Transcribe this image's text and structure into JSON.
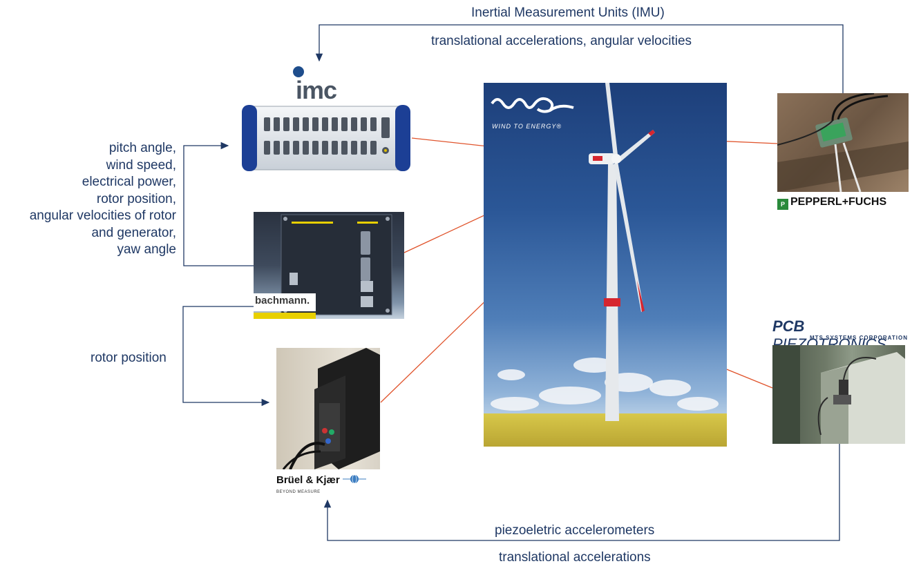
{
  "labels": {
    "imu_title": "Inertial Measurement Units (IMU)",
    "imu_sub": "translational accelerations, angular velocities",
    "left_list": [
      "pitch angle,",
      "wind speed,",
      "electrical power,",
      "rotor position,",
      "angular velocities of rotor",
      "and generator,",
      "yaw angle"
    ],
    "rotor_position": "rotor position",
    "piezo_title": "piezoeletric accelerometers",
    "piezo_sub": "translational accelerations"
  },
  "brands": {
    "imc": "imc",
    "w2e_tagline": "WIND TO ENERGY®",
    "bachmann": "bachmann.",
    "bruel": "Brüel & Kjær",
    "bruel_sub": "BEYOND MEASURE",
    "pepperl": "PEPPERL+FUCHS",
    "pcb_bold": "PCB",
    "pcb_rest": "PIEZOTRONICS",
    "pcb_sub": "MTS SYSTEMS CORPORATION"
  },
  "colors": {
    "text": "#1f3864",
    "connector": "#1f3864",
    "red_lines": "#e0532b"
  }
}
